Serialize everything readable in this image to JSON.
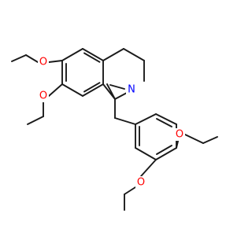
{
  "molecule": {
    "atoms": [
      {
        "label": "O",
        "color": "#ff0000"
      },
      {
        "label": "O",
        "color": "#ff0000"
      },
      {
        "label": "N",
        "color": "#0000ff"
      },
      {
        "label": "O",
        "color": "#ff0000"
      },
      {
        "label": "O",
        "color": "#ff0000"
      }
    ],
    "bond_color": "#1a1a1a"
  }
}
